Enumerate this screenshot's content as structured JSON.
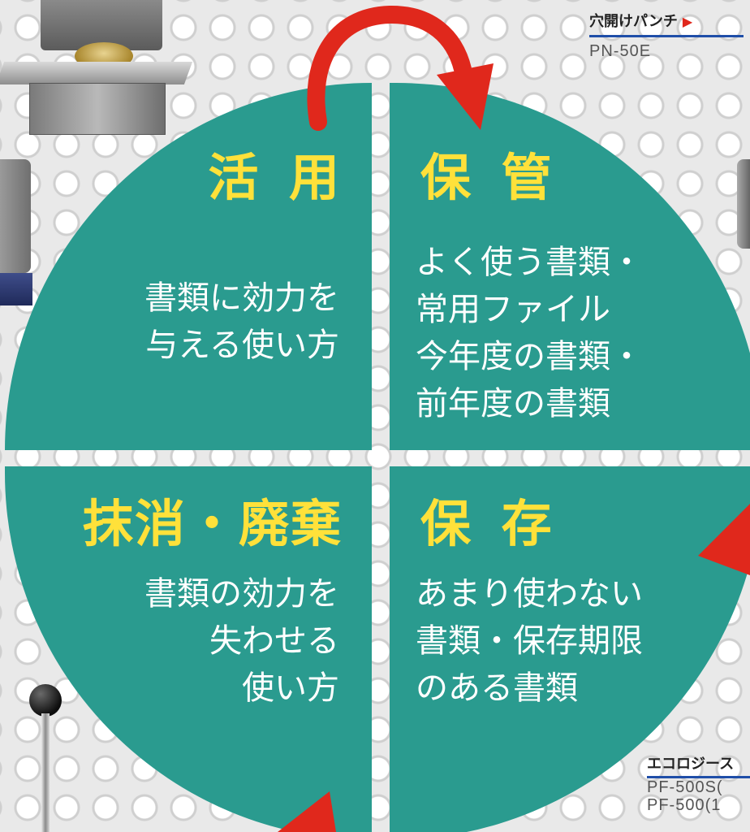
{
  "cycle": {
    "top_left": {
      "title": "活 用",
      "body": [
        "書類に効力を",
        "与える使い方"
      ]
    },
    "top_right": {
      "title": "保 管",
      "body": [
        "よく使う書類・",
        "常用ファイル",
        "今年度の書類・",
        "前年度の書類"
      ]
    },
    "bottom_left": {
      "title": "抹消・廃棄",
      "body": [
        "書類の効力を",
        "失わせる",
        "使い方"
      ]
    },
    "bottom_right": {
      "title": "保 存",
      "body": [
        "あまり使わない",
        "書類・保存期限",
        "のある書類"
      ]
    }
  },
  "products": {
    "top": {
      "name": "穴開けパンチ",
      "marker": "▶",
      "model": "PN-50E"
    },
    "bottom": {
      "name": "エコロジース",
      "models": [
        "PF-500S(",
        "PF-500(1"
      ]
    }
  },
  "colors": {
    "quadrant": "#2a9b8f",
    "title": "#ffe13a",
    "arrow": "#e0281c",
    "rule": "#1f4ea8"
  }
}
